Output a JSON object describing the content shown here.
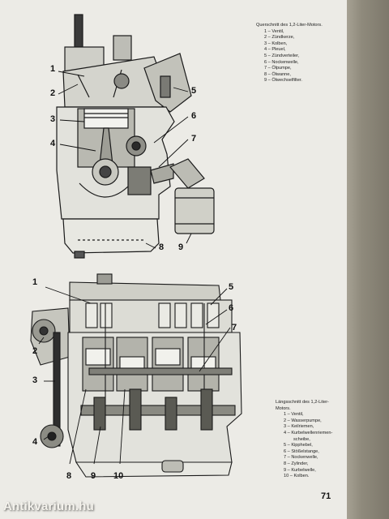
{
  "captions": {
    "top": {
      "heading": "Querschnitt des 1,2-Liter-Motors.",
      "items": [
        "1 – Ventil,",
        "2 – Zündkerze,",
        "3 – Kolben,",
        "4 – Pleuel,",
        "5 – Zündverteiler,",
        "6 – Nockenwelle,",
        "7 – Ölpumpe,",
        "8 – Ölwanne,",
        "9 – Ölwechselfilter."
      ]
    },
    "bottom": {
      "heading": "Längsschnitt des 1,2-Liter-Motors.",
      "items": [
        "1 – Ventil,",
        "2 – Wasserpumpe,",
        "3 – Keilriemen,",
        "4 – Kurbelwellenriemen-",
        "scheibe,",
        "5 – Kipphebel,",
        "6 – Stößelstange,",
        "7 – Nockenwelle,",
        "8 – Zylinder,",
        "9 – Kurbelwelle,",
        "10 – Kolben."
      ]
    }
  },
  "callouts": {
    "top": [
      "1",
      "2",
      "3",
      "4",
      "5",
      "6",
      "7",
      "8",
      "9"
    ],
    "bottom": [
      "1",
      "2",
      "3",
      "4",
      "5",
      "6",
      "7",
      "8",
      "9",
      "10"
    ]
  },
  "page_number": "71",
  "watermark": "Antikvarium.hu"
}
